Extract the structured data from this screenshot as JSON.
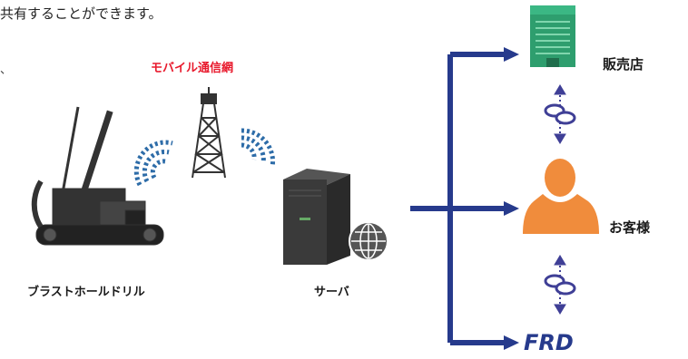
{
  "intro_text": "共有することができます。",
  "side_mark": "、",
  "labels": {
    "mobile_network": "モバイル通信網",
    "drill": "ブラストホールドリル",
    "server": "サーバ",
    "store": "販売店",
    "customer": "お客様",
    "logo": "FRD"
  },
  "colors": {
    "accent_red": "#e8192c",
    "arrow_navy": "#263a8c",
    "signal_blue": "#2d6ca8",
    "building_green": "#2e9e6e",
    "person_orange": "#f08c3c",
    "link_purple": "#3f3f96",
    "machine_dark": "#333333"
  }
}
